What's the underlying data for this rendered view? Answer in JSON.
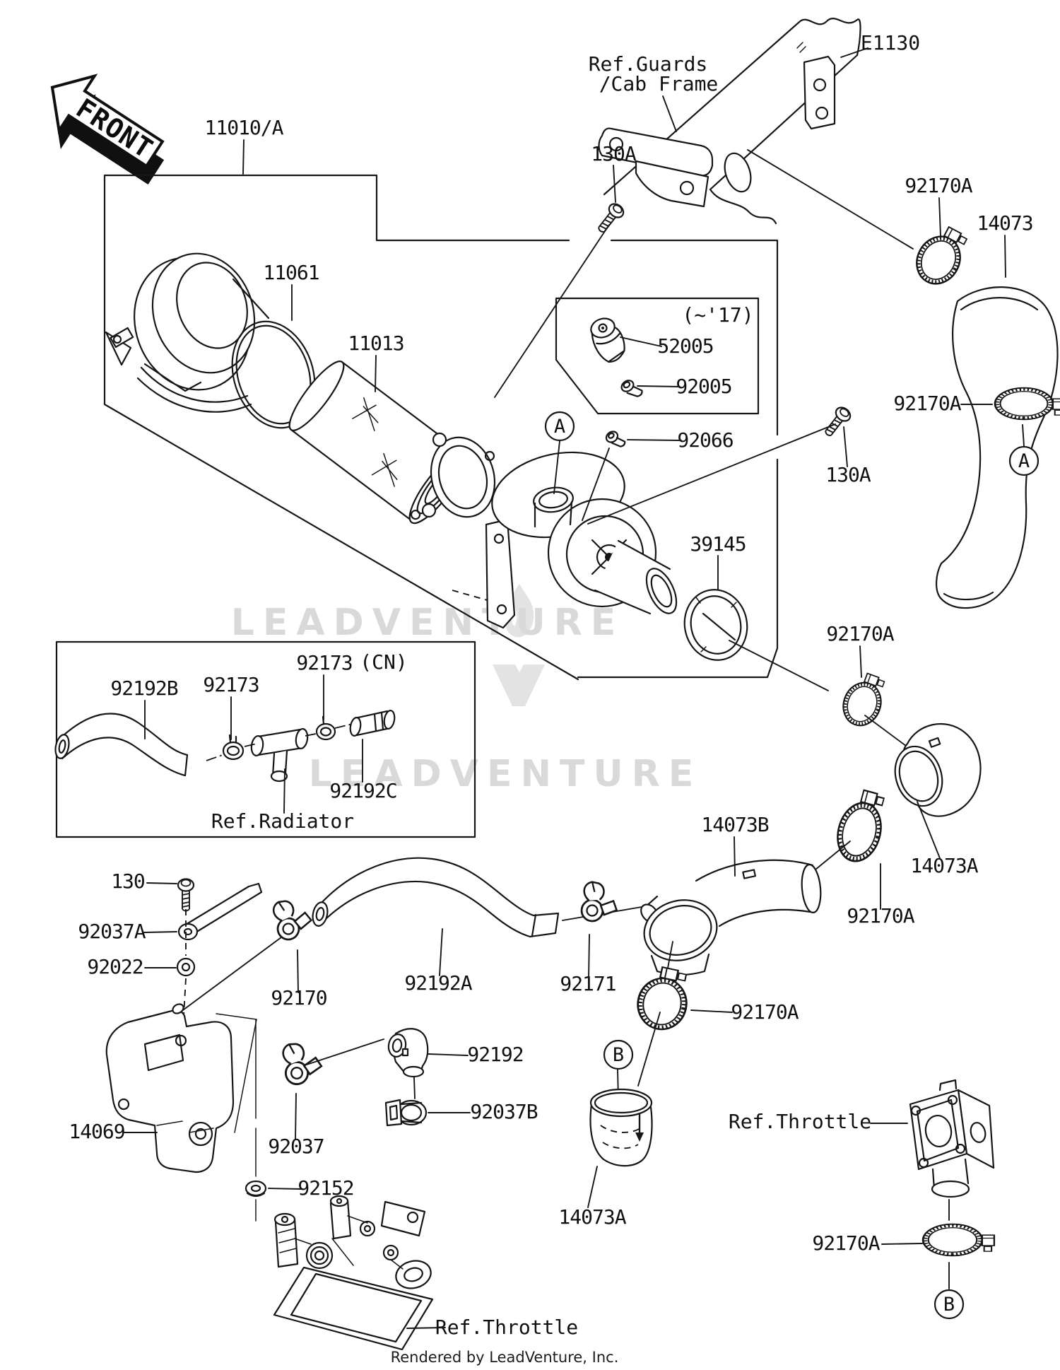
{
  "watermark": {
    "text": "LEADVENTURE"
  },
  "credit": "Rendered by LeadVenture, Inc.",
  "front_arrow": {
    "label": "FRONT"
  },
  "callouts": {
    "a": "A",
    "b": "B"
  },
  "labels": {
    "assembly_11010": "11010/A",
    "frame_e1130": "E1130",
    "ref_guards_1": "Ref.Guards",
    "ref_guards_2": "/Cab Frame",
    "bolt_130a": "130A",
    "clamp_92170a": "92170A",
    "duct_14073": "14073",
    "note_17": "(~'17)",
    "breather_52005": "52005",
    "valve_92005": "92005",
    "bolt_92066": "92066",
    "oring_11061": "11061",
    "element_11013": "11013",
    "ring_39145": "39145",
    "hose_92192b": "92192B",
    "clamp_92173": "92173",
    "note_cn": "(CN)",
    "hose_92192c": "92192C",
    "ref_radiator": "Ref.Radiator",
    "duct_14073b": "14073B",
    "duct_14073a": "14073A",
    "bolt_130": "130",
    "clamp_92037a": "92037A",
    "washer_92022": "92022",
    "clamp_92170": "92170",
    "hose_92192a": "92192A",
    "clamp_92171": "92171",
    "canister_14069": "14069",
    "pipe_92192": "92192",
    "clamp_92037b": "92037B",
    "clamp_92037": "92037",
    "grommet_92152": "92152",
    "ref_throttle": "Ref.Throttle"
  }
}
